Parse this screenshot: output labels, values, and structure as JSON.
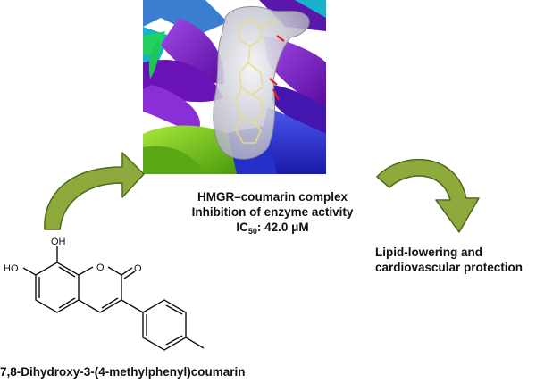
{
  "complex": {
    "line1": "HMGR–coumarin complex",
    "line2": "Inhibition of enzyme activity",
    "ic50_prefix": "IC",
    "ic50_subscript": "50",
    "ic50_value": ": 42.0 μM"
  },
  "outcome": {
    "line1": "Lipid-lowering and",
    "line2": "cardiovascular protection"
  },
  "molecule": {
    "name": "7,8-Dihydroxy-3-(4-methylphenyl)coumarin",
    "atom_labels": {
      "oh_top": "OH",
      "ho_left": "HO",
      "ring_o": "O",
      "carbonyl_o": "O"
    }
  },
  "colors": {
    "arrow_fill": "#8faa3c",
    "arrow_stroke": "#4f6a1a",
    "protein_purple": "#7b16c4",
    "protein_blue": "#2b2fd0",
    "protein_green": "#7ec81c",
    "protein_cyan": "#18b2cc",
    "ligand_surface": "#d8d8e0"
  },
  "icons": [
    "protein-structure-image",
    "curved-arrow",
    "chemical-structure"
  ]
}
